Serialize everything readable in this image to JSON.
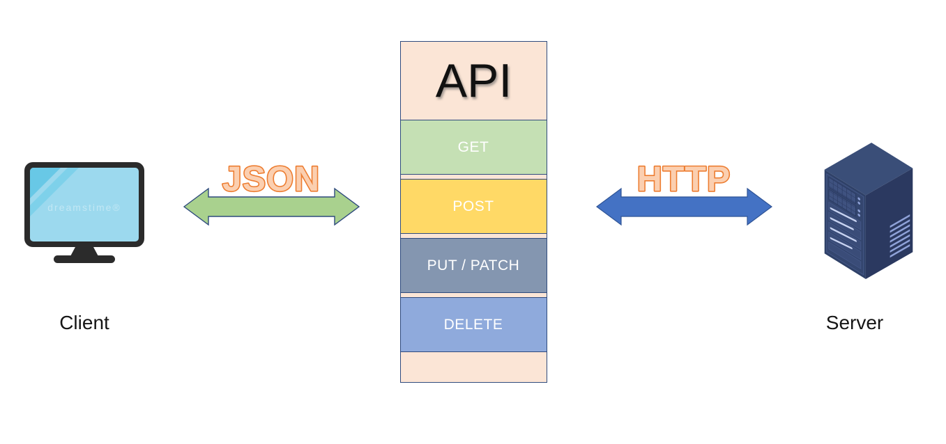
{
  "client": {
    "label": "Client",
    "screen_watermark": "dreamstime®"
  },
  "server": {
    "label": "Server"
  },
  "json_link": {
    "label": "JSON"
  },
  "http_link": {
    "label": "HTTP"
  },
  "api": {
    "title": "API",
    "methods": [
      {
        "label": "GET",
        "color": "#C5E0B4"
      },
      {
        "label": "POST",
        "color": "#FFD966"
      },
      {
        "label": "PUT / PATCH",
        "color": "#8496B0"
      },
      {
        "label": "DELETE",
        "color": "#8FAADC"
      }
    ],
    "panel_color": "#FBE5D6",
    "border_color": "#2E4A7D"
  },
  "colors": {
    "json_arrow_fill": "#A9D18E",
    "json_arrow_border": "#2E4A7D",
    "http_arrow_fill": "#4472C4",
    "http_arrow_border": "#2F5496",
    "link_label_outline": "#ED7D31",
    "link_label_fill": "#FBCFB0"
  }
}
